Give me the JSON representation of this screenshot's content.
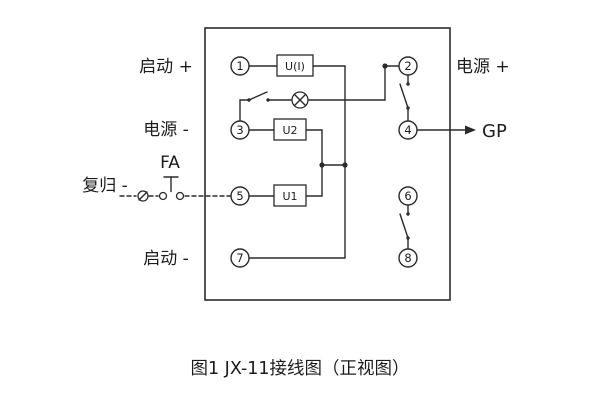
{
  "labels": {
    "start_plus": "启动 +",
    "power_minus": "电源 -",
    "fa": "FA",
    "reset_minus": "复归 -",
    "start_minus": "启动 -",
    "power_plus": "电源 +",
    "gp": "GP"
  },
  "terminals": [
    "1",
    "2",
    "3",
    "4",
    "5",
    "6",
    "7",
    "8"
  ],
  "components": {
    "current_unit": "U(I)",
    "u2": "U2",
    "u1": "U1"
  },
  "caption": "图1  JX-11接线图（正视图）",
  "colors": {
    "line": "#2b2b2b",
    "background": "#ffffff",
    "text": "#1c1c1c"
  }
}
